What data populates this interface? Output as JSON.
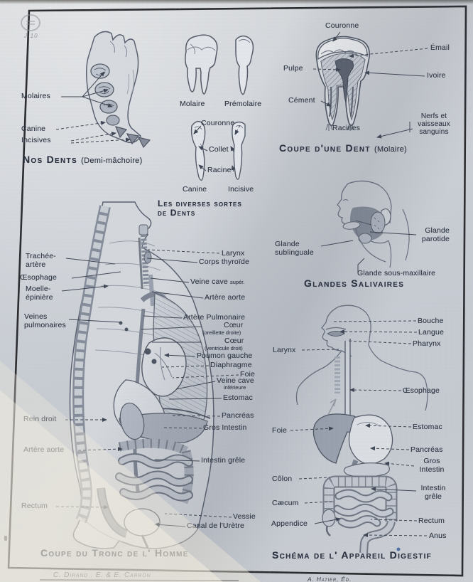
{
  "stamp": {
    "code": "J-10"
  },
  "credits": {
    "authors": "C. Dirand . E. & E. Carron",
    "publisher": "A. Hatier, Éd."
  },
  "jaw": {
    "caption": "Nos Dents",
    "caption_sub": "(Demi-mâchoire)",
    "labels": {
      "molaires": "Molaires",
      "canine": "Canine",
      "incisives": "Incisives"
    }
  },
  "tooth_types": {
    "molaire": "Molaire",
    "premolaire": "Prémolaire",
    "couronne": "Couronne",
    "collet": "Collet",
    "racine": "Racine",
    "canine": "Canine",
    "incisive": "Incisive",
    "caption_line1": "Les diverses sortes",
    "caption_line2": "de Dents"
  },
  "tooth_section": {
    "caption": "Coupe d'une Dent",
    "caption_sub": "(Molaire)",
    "labels": {
      "couronne": "Couronne",
      "email": "Émail",
      "pulpe": "Pulpe",
      "ivoire": "Ivoire",
      "cement": "Cément",
      "racines": "Racines",
      "nerfs": "Nerfs et\nvaisseaux\nsanguins"
    }
  },
  "salivary": {
    "caption": "Glandes Salivaires",
    "labels": {
      "sublinguale": "Glande\nsublinguale",
      "parotide": "Glande\nparotide",
      "sous_maxillaire": "Glande sous-maxillaire"
    }
  },
  "torso": {
    "caption": "Coupe du Tronc de l' Homme",
    "labels": {
      "trachee": "Trachée-\nartère",
      "oesophage": "Œsophage",
      "moelle": "Moelle-\népinière",
      "veines_pulmonaires": "Veines\npulmonaires",
      "rein_droit": "Rein droit",
      "artere_aorte_gauche": "Artère aorte",
      "rectum": "Rectum",
      "larynx": "Larynx",
      "corps_thyroide": "Corps thyroïde",
      "veine_cave": "Veine cave",
      "veine_cave_sup": "supér.",
      "artere_aorte": "Artère aorte",
      "artere_pulmonaire": "Artère Pulmonaire",
      "coeur_1": "Cœur",
      "coeur_1_sub": "(oreillette droite)",
      "coeur_2": "Cœur",
      "coeur_2_sub": "(ventricule droit)",
      "poumon_gauche": "Poumon gauche",
      "diaphragme": "Diaphragme",
      "foie": "Foie",
      "veine_cave_inf": "Veine cave",
      "veine_cave_inf_sub": "inférieure",
      "estomac": "Estomac",
      "pancreas": "Pancréas",
      "gros_intestin": "Gros Intestin",
      "intestin_grele": "Intestin grêle",
      "vessie": "Vessie",
      "canal_uretre": "Canal de l'Urètre"
    }
  },
  "digestive": {
    "caption": "Schéma de l' Appareil Digestif",
    "labels": {
      "bouche": "Bouche",
      "langue": "Langue",
      "pharynx": "Pharynx",
      "larynx": "Larynx",
      "oesophage": "Œsophage",
      "foie": "Foie",
      "estomac": "Estomac",
      "pancreas": "Pancréas",
      "gros_intestin": "Gros\nIntestin",
      "colon": "Côlon",
      "intestin_grele": "Intestin\ngrêle",
      "caecum": "Cæcum",
      "appendice": "Appendice",
      "rectum": "Rectum",
      "anus": "Anus"
    }
  },
  "colors": {
    "paper": "#ccd0d6",
    "ink": "#2f3644",
    "frame": "#2b2c30",
    "light_wedge": "#f2ebdc"
  }
}
